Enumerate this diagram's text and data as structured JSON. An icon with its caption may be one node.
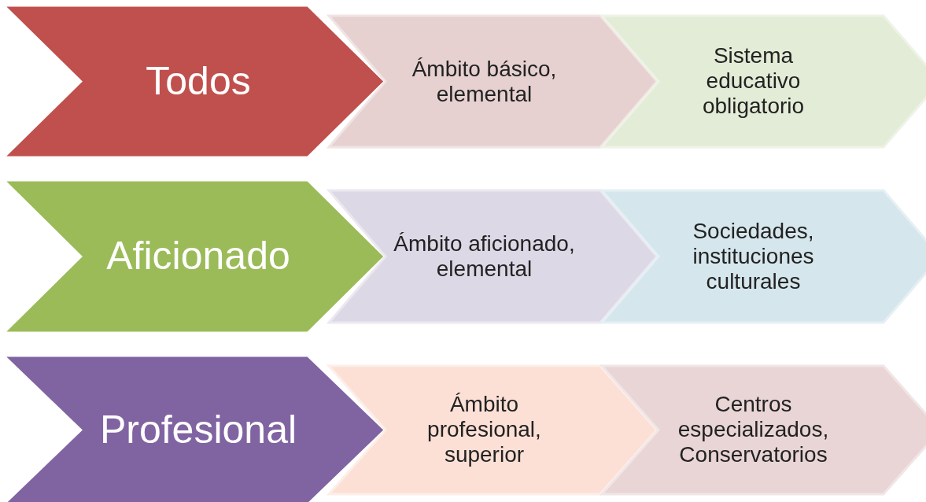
{
  "diagram": {
    "nodes": [
      {
        "text": [
          "Todos"
        ]
      },
      {
        "text": [
          "Ámbito básico, elemental"
        ]
      },
      {
        "text": [
          "Sistema educativo obligatorio"
        ]
      },
      {
        "text": [
          "Aficionado"
        ]
      },
      {
        "text": [
          "Ámbito aficionado, elemental"
        ]
      },
      {
        "text": [
          "Sociedades, instituciones culturales"
        ]
      },
      {
        "text": [
          "Profesional"
        ]
      },
      {
        "text": [
          "Ámbito profesional, superior"
        ]
      },
      {
        "text": [
          "Centros especializados, Conservatorios"
        ]
      }
    ]
  }
}
